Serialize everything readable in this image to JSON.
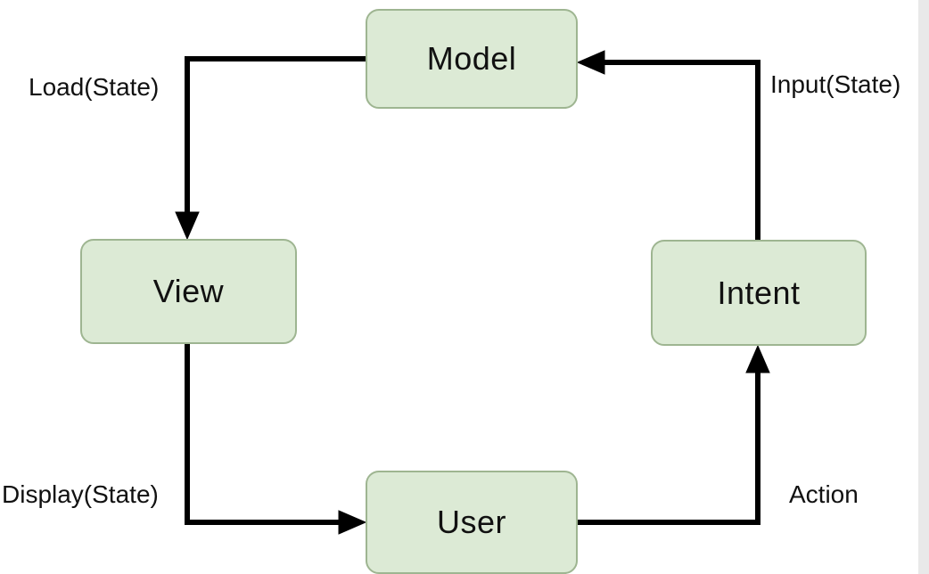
{
  "diagram": {
    "type": "cycle-flow-diagram",
    "nodes": [
      {
        "id": "model",
        "label": "Model"
      },
      {
        "id": "view",
        "label": "View"
      },
      {
        "id": "user",
        "label": "User"
      },
      {
        "id": "intent",
        "label": "Intent"
      }
    ],
    "edges": [
      {
        "from": "model",
        "to": "view",
        "label": "Load(State)"
      },
      {
        "from": "view",
        "to": "user",
        "label": "Display(State)"
      },
      {
        "from": "user",
        "to": "intent",
        "label": "Action"
      },
      {
        "from": "intent",
        "to": "model",
        "label": "Input(State)"
      }
    ],
    "colors": {
      "node_fill": "#dcead5",
      "node_border": "#9eb591",
      "line": "#000000",
      "text": "#111111",
      "background": "#ffffff",
      "right_edge_strip": "#e9e9e9"
    }
  }
}
